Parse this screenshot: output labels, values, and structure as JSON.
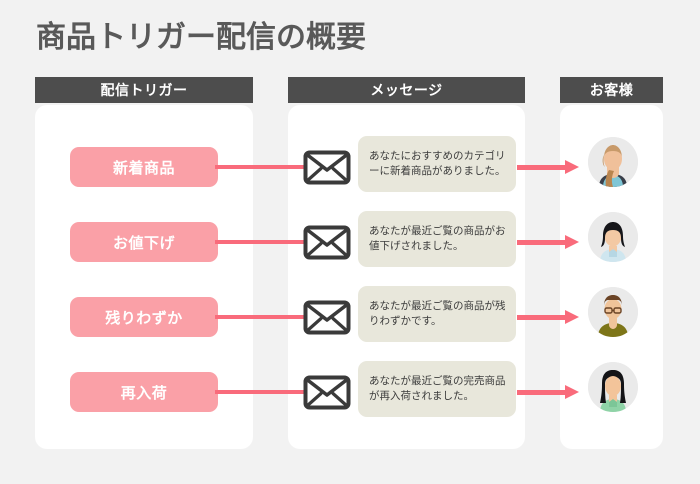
{
  "title": "商品トリガー配信の概要",
  "columns": [
    {
      "label": "配信トリガー"
    },
    {
      "label": "メッセージ"
    },
    {
      "label": "お客様"
    }
  ],
  "colors": {
    "background": "#f2f2f2",
    "panel": "#ffffff",
    "header_bar": "#4d4d4d",
    "trigger_pill": "#faa0a7",
    "connector": "#f96b7b",
    "message_bubble": "#e8e7db",
    "title_text": "#595959"
  },
  "rows": [
    {
      "trigger": "新着商品",
      "message": "あなたにおすすめのカテゴリーに新着商品がありました。",
      "envelope_icon": "envelope-icon",
      "arrow_icon": "arrow-right-icon",
      "avatar": {
        "name": "avatar-customer-1",
        "hair": "#c89a6a",
        "hair_back": "#b9854f",
        "skin": "#f0c09a",
        "clothes": "#7fc6d6",
        "clothes_alt": "#3a3f4a"
      }
    },
    {
      "trigger": "お値下げ",
      "message": "あなたが最近ご覧の商品がお値下げされました。",
      "envelope_icon": "envelope-icon",
      "arrow_icon": "arrow-right-icon",
      "avatar": {
        "name": "avatar-customer-2",
        "hair": "#16161a",
        "hair_back": "#16161a",
        "skin": "#f3c9a4",
        "clothes": "#cfe6ef",
        "clothes_alt": "#b6d7e4"
      }
    },
    {
      "trigger": "残りわずか",
      "message": "あなたが最近ご覧の商品が残りわずかです。",
      "envelope_icon": "envelope-icon",
      "arrow_icon": "arrow-right-icon",
      "avatar": {
        "name": "avatar-customer-3",
        "hair": "#6b4426",
        "hair_back": "#6b4426",
        "skin": "#f0c49a",
        "clothes": "#7d7518",
        "clothes_alt": "#6c6514"
      }
    },
    {
      "trigger": "再入荷",
      "message": "あなたが最近ご覧の完売商品が再入荷されました。",
      "envelope_icon": "envelope-icon",
      "arrow_icon": "arrow-right-icon",
      "avatar": {
        "name": "avatar-customer-4",
        "hair": "#141417",
        "hair_back": "#141417",
        "skin": "#f3c49a",
        "clothes": "#8fd3a7",
        "clothes_alt": "#7cc697"
      }
    }
  ]
}
